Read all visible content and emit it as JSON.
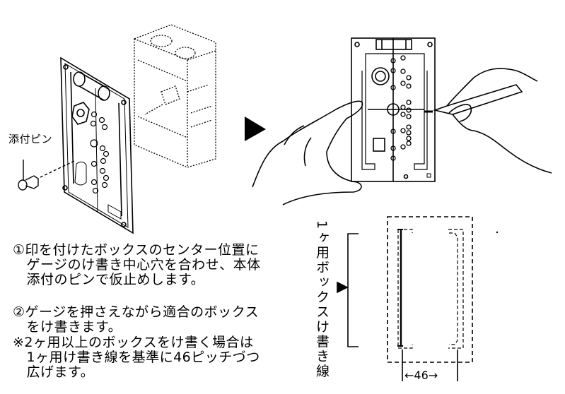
{
  "figure1": {
    "pin_label": "添付ピン"
  },
  "step1": {
    "lines": [
      "①印を付けたボックスのセンター位置に",
      "　ゲージのけ書き中心穴を合わせ、本体",
      "　添付のピンで仮止めします。"
    ]
  },
  "step2": {
    "lines": [
      "②ゲージを押さえながら適合のボックス",
      "　をけ書きます。"
    ]
  },
  "note": {
    "lines": [
      "※2ヶ用以上のボックスをけ書く場合は",
      "　1ヶ用け書き線を基準に46ピッチづつ",
      "　広げます。"
    ]
  },
  "diagram": {
    "vertical_label": "1ヶ用ボックスけ書き線",
    "pitch_label": "←46→"
  },
  "icons": {
    "arrow": "arrow-right-icon"
  }
}
